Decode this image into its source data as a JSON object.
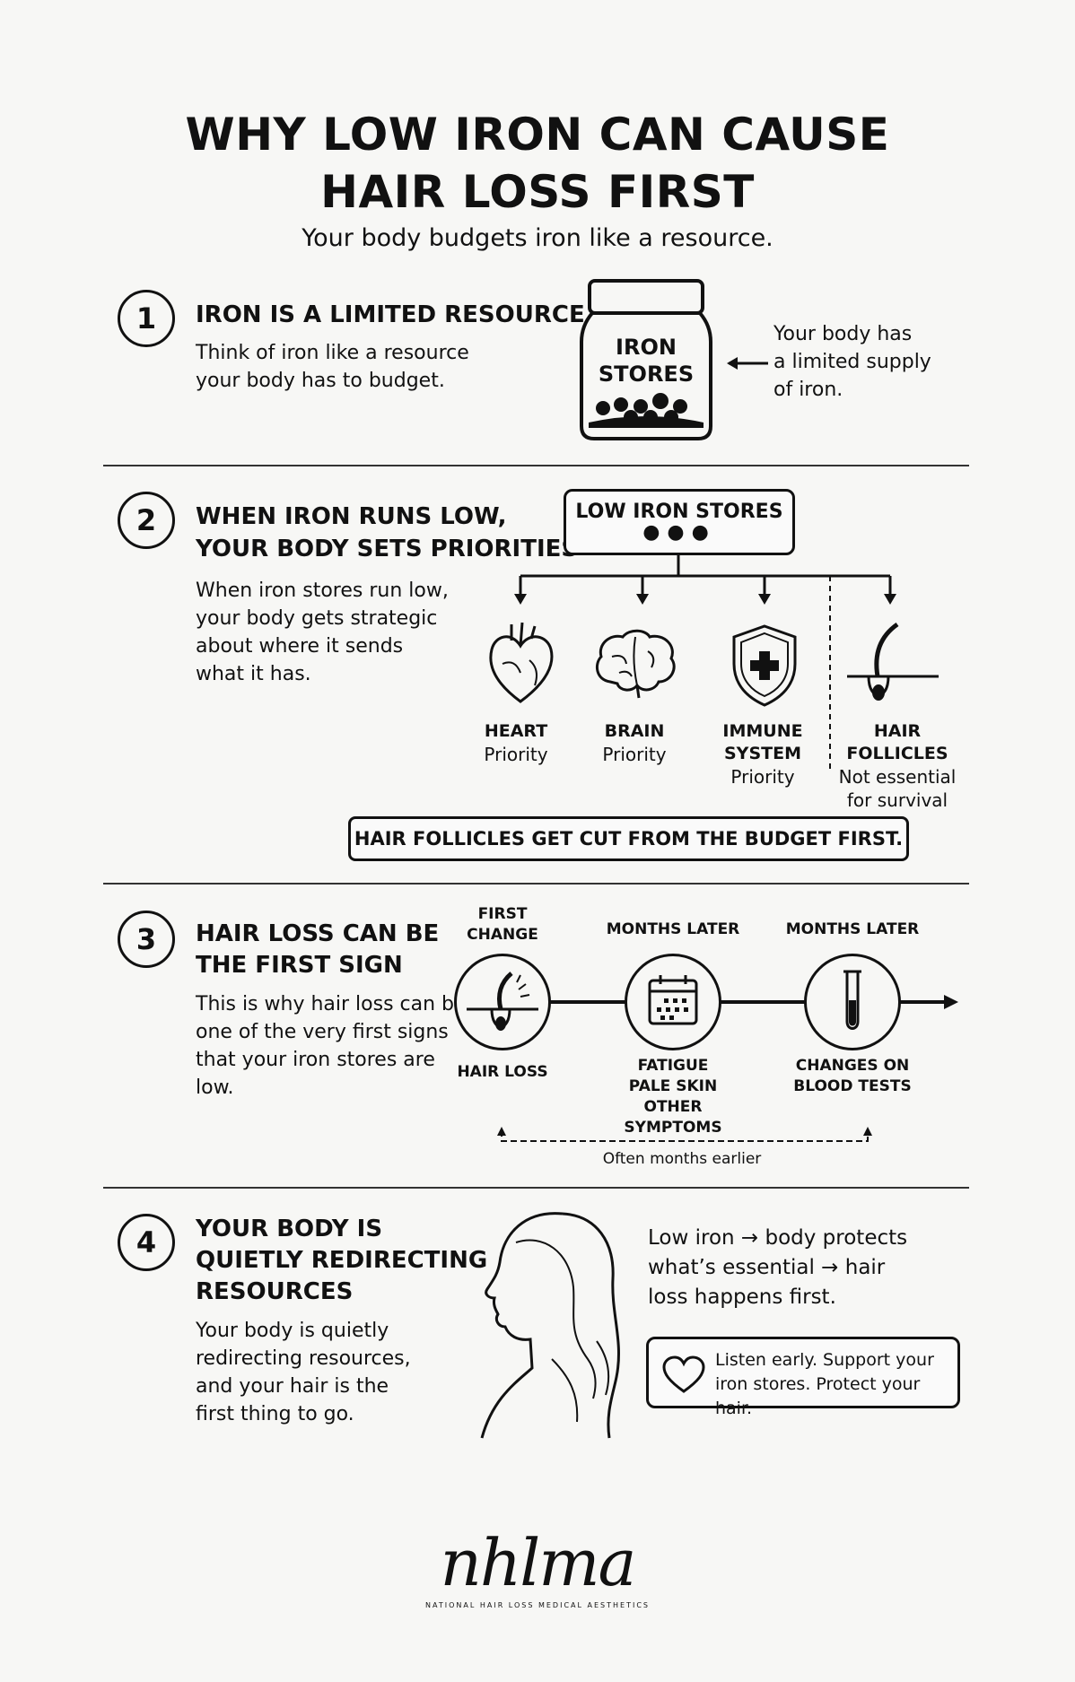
{
  "header": {
    "title_line1": "WHY LOW IRON CAN CAUSE",
    "title_line2": "HAIR LOSS FIRST",
    "subtitle": "Your body budgets iron like a resource."
  },
  "section1": {
    "number": "1",
    "heading": "IRON IS A LIMITED RESOURCE",
    "body_line1": "Think of iron like a resource",
    "body_line2": "your body has to budget.",
    "jar_label_line1": "IRON",
    "jar_label_line2": "STORES",
    "note_line1": "Your body has",
    "note_line2": "a limited supply",
    "note_line3": "of iron."
  },
  "section2": {
    "number": "2",
    "heading_line1": "WHEN IRON RUNS LOW,",
    "heading_line2": "YOUR BODY SETS PRIORITIES",
    "body_lines": [
      "When iron stores run low,",
      "your body gets strategic",
      "about where it sends",
      "what it has."
    ],
    "top_box": "LOW IRON STORES",
    "organs": [
      {
        "name": "HEART",
        "status": "Priority",
        "icon": "heart-icon"
      },
      {
        "name": "BRAIN",
        "status": "Priority",
        "icon": "brain-icon"
      },
      {
        "name_line1": "IMMUNE",
        "name_line2": "SYSTEM",
        "status": "Priority",
        "icon": "shield-plus-icon"
      },
      {
        "name": "HAIR FOLLICLES",
        "status_line1": "Not essential",
        "status_line2": "for survival",
        "icon": "hair-follicle-icon"
      }
    ],
    "banner": "HAIR FOLLICLES GET CUT FROM THE BUDGET FIRST."
  },
  "section3": {
    "number": "3",
    "heading_line1": "HAIR LOSS CAN BE",
    "heading_line2": "THE FIRST SIGN",
    "body_lines": [
      "This is why hair loss can be",
      "one of the very first signs",
      "that your iron stores are",
      "low."
    ],
    "timeline": [
      {
        "top_line1": "FIRST",
        "top_line2": "CHANGE",
        "bottom_line1": "HAIR LOSS",
        "icon": "hair-follicle-icon"
      },
      {
        "top_line1": "MONTHS LATER",
        "bottom_line1": "FATIGUE",
        "bottom_line2": "PALE SKIN",
        "bottom_line3": "OTHER SYMPTOMS",
        "icon": "calendar-icon"
      },
      {
        "top_line1": "MONTHS LATER",
        "bottom_line1": "CHANGES ON",
        "bottom_line2": "BLOOD TESTS",
        "icon": "test-tube-icon"
      }
    ],
    "span_label": "Often months earlier"
  },
  "section4": {
    "number": "4",
    "heading_lines": [
      "YOUR BODY IS",
      "QUIETLY REDIRECTING",
      "RESOURCES"
    ],
    "body_lines": [
      "Your body is quietly",
      "redirecting resources,",
      "and your hair is the",
      "first thing to go."
    ],
    "flow_lines": [
      "Low iron → body protects",
      "what’s essential → hair",
      "loss happens first."
    ],
    "callout_line1": "Listen early. Support your",
    "callout_line2": "iron stores. Protect your hair."
  },
  "footer": {
    "brand": "nhlma",
    "brand_tagline": "NATIONAL HAIR LOSS MEDICAL AESTHETICS"
  }
}
